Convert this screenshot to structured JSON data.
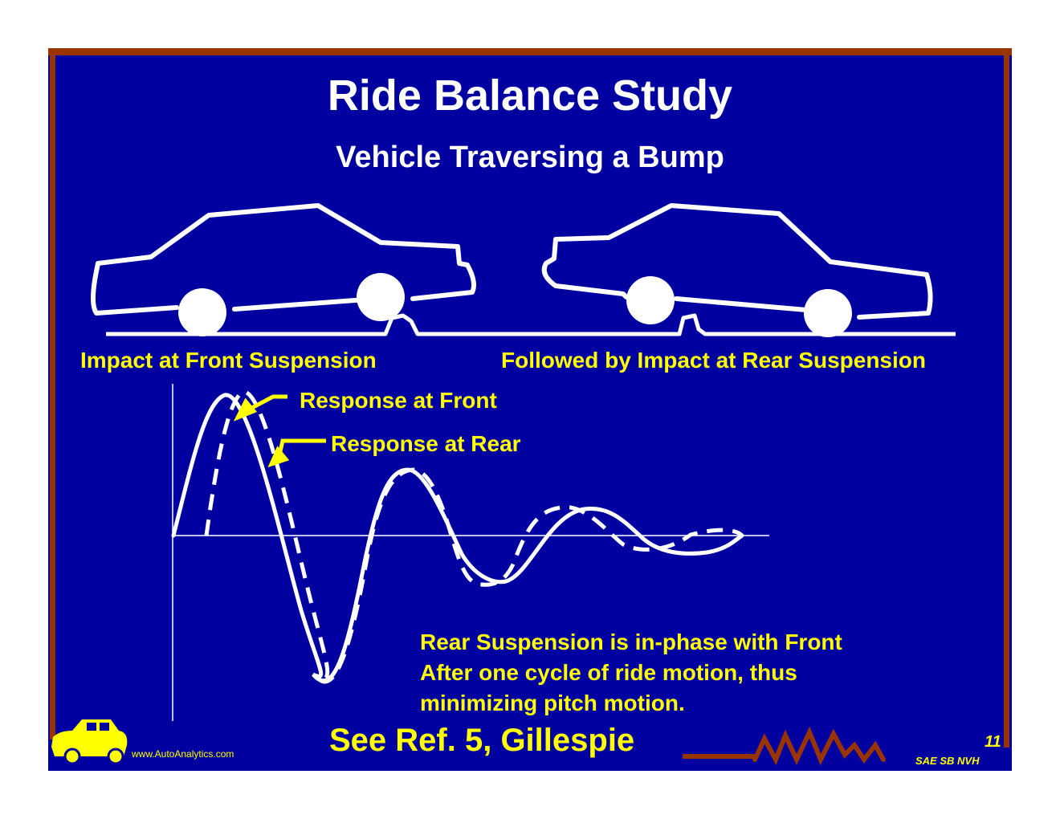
{
  "slide": {
    "title": "Ride Balance Study",
    "subtitle": "Vehicle Traversing a Bump",
    "label_front_impact": "Impact at Front Suspension",
    "label_rear_impact": "Followed by Impact at Rear Suspension",
    "label_response_front": "Response at Front",
    "label_response_rear": "Response at Rear",
    "note_lines": [
      "Rear Suspension is in-phase with Front",
      "After one cycle of ride motion, thus",
      "minimizing pitch motion."
    ],
    "reference": "See Ref. 5, Gillespie",
    "footer_url": "www.AutoAnalytics.com",
    "page_number": "11",
    "footer_org": "SAE SB NVH"
  },
  "colors": {
    "background": "#0000a0",
    "border": "#993300",
    "text_primary": "#ffffff",
    "text_accent": "#ffff00",
    "drawing": "#ffffff"
  },
  "icons": [
    "car-icon",
    "spring-icon"
  ]
}
